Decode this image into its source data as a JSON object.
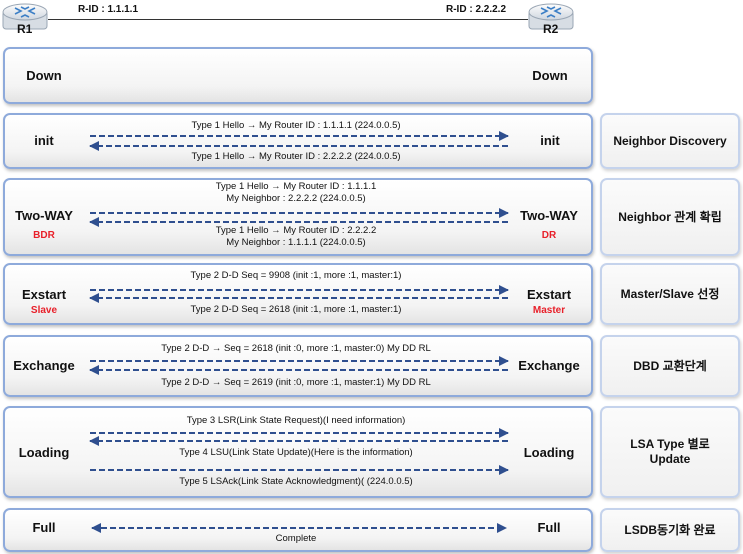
{
  "routers": {
    "left": {
      "label": "R1",
      "rid": "R-ID : 1.1.1.1"
    },
    "right": {
      "label": "R2",
      "rid": "R-ID : 2.2.2.2"
    }
  },
  "rows": [
    {
      "left": "Down",
      "right": "Down",
      "left_sub": "",
      "right_sub": "",
      "side": "",
      "messages": []
    },
    {
      "left": "init",
      "right": "init",
      "side": "Neighbor Discovery",
      "messages": [
        "Type 1 Hello → My Router ID : 1.1.1.1 (224.0.0.5)",
        "Type 1 Hello → My Router ID : 2.2.2.2 (224.0.0.5)"
      ]
    },
    {
      "left": "Two-WAY",
      "right": "Two-WAY",
      "left_sub": "BDR",
      "right_sub": "DR",
      "side": "Neighbor 관계 확립",
      "messages": [
        "Type 1 Hello → My Router ID : 1.1.1.1",
        "My Neighbor : 2.2.2.2 (224.0.0.5)",
        "Type 1 Hello → My Router ID : 2.2.2.2",
        "My Neighbor : 1.1.1.1 (224.0.0.5)"
      ]
    },
    {
      "left": "Exstart",
      "right": "Exstart",
      "left_sub": "Slave",
      "right_sub": "Master",
      "side": "Master/Slave 선정",
      "messages": [
        "Type 2 D-D Seq = 9908 (init :1, more :1, master:1)",
        "Type 2 D-D Seq = 2618 (init :1, more :1, master:1)"
      ]
    },
    {
      "left": "Exchange",
      "right": "Exchange",
      "side": "DBD 교환단계",
      "messages": [
        "Type 2 D-D → Seq = 2618 (init :0, more :1, master:0) My DD RL",
        "Type 2 D-D → Seq = 2619 (init :0, more :1, master:1) My DD RL"
      ]
    },
    {
      "left": "Loading",
      "right": "Loading",
      "side_line1": "LSA Type 별로",
      "side_line2": "Update",
      "messages": [
        "Type 3 LSR(Link State Request)(I need information)",
        "Type 4 LSU(Link State Update)(Here is the information)",
        "Type 5 LSAck(Link State Acknowledgment)( (224.0.0.5)"
      ]
    },
    {
      "left": "Full",
      "right": "Full",
      "side": "LSDB동기화 완료",
      "messages": [
        "Complete"
      ]
    }
  ],
  "colors": {
    "border": "#8eaadb",
    "arrow": "#2f4f8f",
    "accent": "#e8202a"
  },
  "icons": {
    "router": "router-icon"
  }
}
